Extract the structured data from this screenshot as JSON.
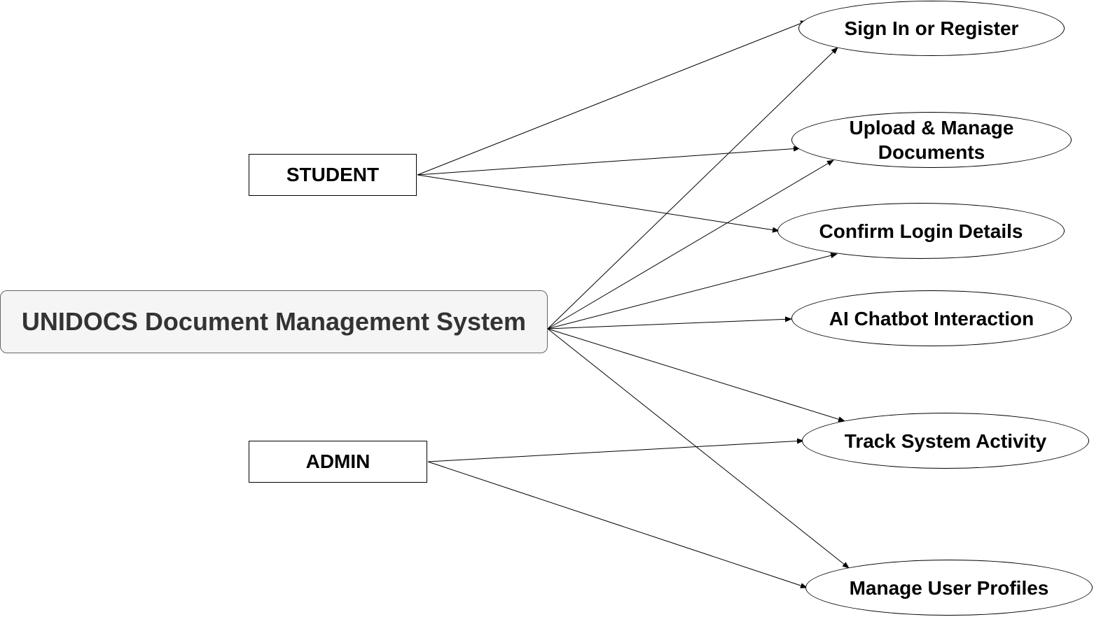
{
  "system": {
    "title": "UNIDOCS Document Management System"
  },
  "actors": {
    "student": "STUDENT",
    "admin": "ADMIN"
  },
  "use_cases": {
    "sign_in": "Sign In or Register",
    "upload": "Upload & Manage\nDocuments",
    "confirm_login": "Confirm Login Details",
    "chatbot": "AI Chatbot Interaction",
    "track_activity": "Track System Activity",
    "manage_profiles": "Manage User Profiles"
  },
  "colors": {
    "line": "#000000",
    "system_fill": "#f5f5f5",
    "system_border": "#666666",
    "system_text": "#333333"
  },
  "connections": [
    {
      "from": "student",
      "to": "sign_in"
    },
    {
      "from": "student",
      "to": "upload"
    },
    {
      "from": "student",
      "to": "confirm_login"
    },
    {
      "from": "system",
      "to": "sign_in"
    },
    {
      "from": "system",
      "to": "upload"
    },
    {
      "from": "system",
      "to": "confirm_login"
    },
    {
      "from": "system",
      "to": "chatbot"
    },
    {
      "from": "system",
      "to": "track_activity"
    },
    {
      "from": "system",
      "to": "manage_profiles"
    },
    {
      "from": "admin",
      "to": "track_activity"
    },
    {
      "from": "admin",
      "to": "manage_profiles"
    }
  ]
}
